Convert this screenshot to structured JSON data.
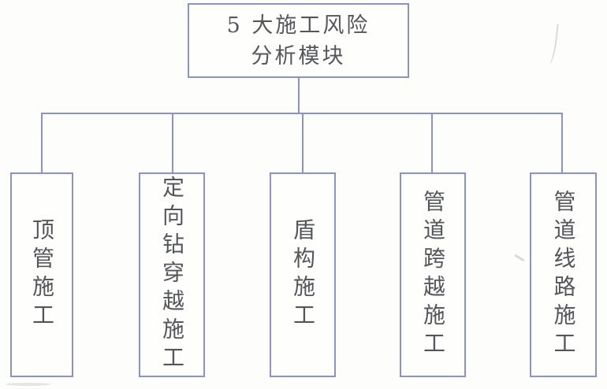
{
  "diagram": {
    "root": {
      "title": "5 大施工风险分析模块",
      "lines": [
        "5 大施工风险",
        "分析模块"
      ]
    },
    "children": [
      {
        "label": "顶管施工"
      },
      {
        "label": "定向钻穿越施工"
      },
      {
        "label": "盾构施工"
      },
      {
        "label": "管道跨越施工"
      },
      {
        "label": "管道线路施工"
      }
    ],
    "colors": {
      "line": "#8a92c6",
      "text": "#55565b",
      "background": "#fdfdfc"
    }
  }
}
